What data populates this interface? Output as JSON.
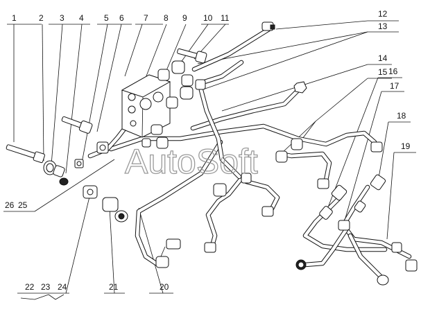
{
  "watermark": "AutoSoft",
  "callouts": [
    {
      "id": "c1",
      "text": "1"
    },
    {
      "id": "c2",
      "text": "2"
    },
    {
      "id": "c3",
      "text": "3"
    },
    {
      "id": "c4",
      "text": "4"
    },
    {
      "id": "c5",
      "text": "5"
    },
    {
      "id": "c6",
      "text": "6"
    },
    {
      "id": "c7",
      "text": "7"
    },
    {
      "id": "c8",
      "text": "8"
    },
    {
      "id": "c9",
      "text": "9"
    },
    {
      "id": "c10",
      "text": "10"
    },
    {
      "id": "c11",
      "text": "11"
    },
    {
      "id": "c12",
      "text": "12"
    },
    {
      "id": "c13",
      "text": "13"
    },
    {
      "id": "c14",
      "text": "14"
    },
    {
      "id": "c15",
      "text": "15"
    },
    {
      "id": "c16",
      "text": "16"
    },
    {
      "id": "c17",
      "text": "17"
    },
    {
      "id": "c18",
      "text": "18"
    },
    {
      "id": "c19",
      "text": "19"
    },
    {
      "id": "c20",
      "text": "20"
    },
    {
      "id": "c21",
      "text": "21"
    },
    {
      "id": "c22",
      "text": "22"
    },
    {
      "id": "c23",
      "text": "23"
    },
    {
      "id": "c24",
      "text": "24"
    },
    {
      "id": "c25",
      "text": "25"
    },
    {
      "id": "c26",
      "text": "26"
    }
  ]
}
